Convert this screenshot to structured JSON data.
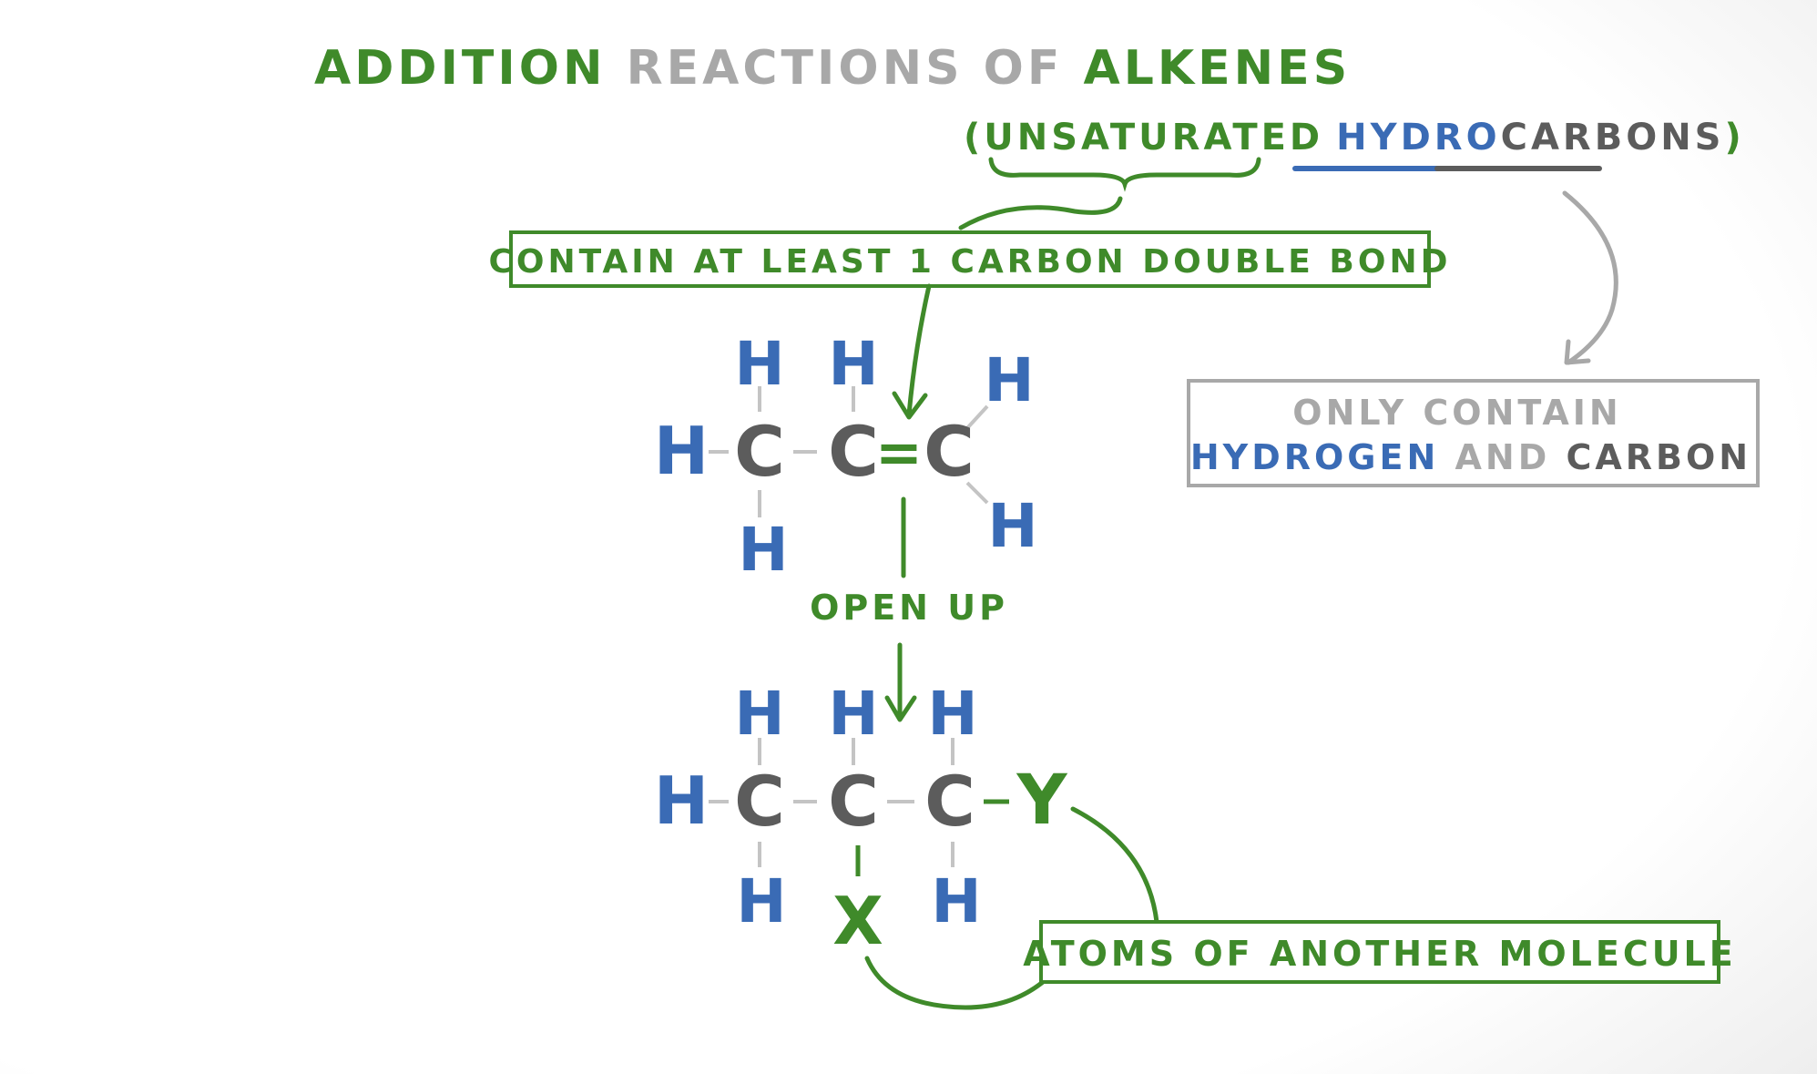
{
  "title": {
    "part1": "ADDITION",
    "part2": " REACTIONS OF ",
    "part3": "ALKENES"
  },
  "subtitle": {
    "open_paren": "(",
    "unsaturated": "UNSATURATED",
    "hydro": "HYDRO",
    "carbons": "CARBONS",
    "close_paren": ")"
  },
  "boxes": {
    "double_bond": "CONTAIN AT LEAST 1 CARBON DOUBLE BOND",
    "only_contain_line1": "ONLY CONTAIN",
    "hydrogen": "HYDROGEN",
    "and": " AND ",
    "carbon": "CARBON",
    "atoms_of_another": "ATOMS OF ANOTHER MOLECULE"
  },
  "labels": {
    "open_up": "OPEN UP"
  },
  "molecule_top": {
    "h_top_left": "H",
    "h_top_mid": "H",
    "h_top_right": "H",
    "h_left": "H",
    "c1": "C",
    "c2": "C",
    "double_bond": "=",
    "c3": "C",
    "h_bottom_left": "H",
    "h_bottom_right": "H"
  },
  "molecule_bottom": {
    "h_top_left": "H",
    "h_top_mid": "H",
    "h_top_right": "H",
    "h_left": "H",
    "c1": "C",
    "c2": "C",
    "c3": "C",
    "y": "Y",
    "h_bottom_left": "H",
    "x": "X",
    "h_bottom_right": "H"
  },
  "colors": {
    "green": "#3f8a2a",
    "grey": "#a8a8a8",
    "blue": "#3a6bb5",
    "dark_grey": "#5c5c5c",
    "bond": "#c4c4c4"
  }
}
